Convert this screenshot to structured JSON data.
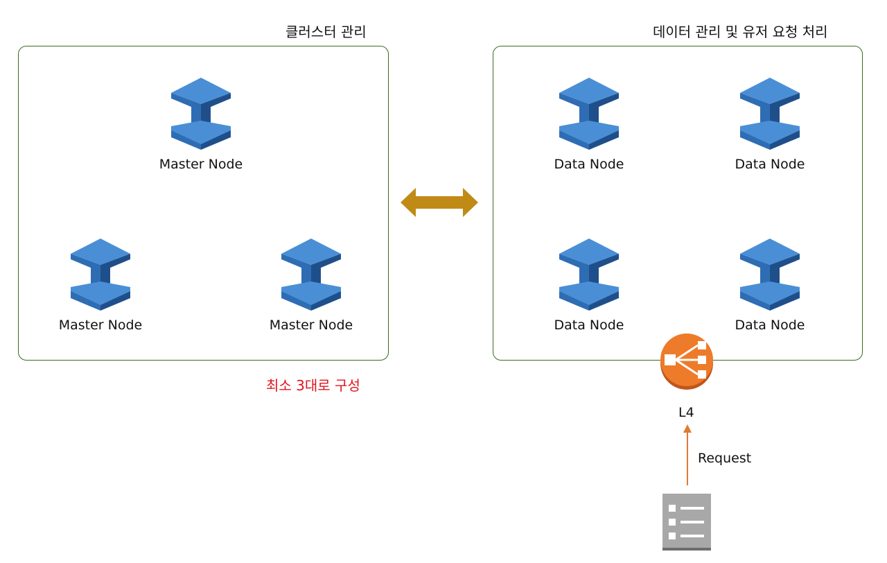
{
  "cluster_group": {
    "title": "클러스터 관리",
    "nodes": [
      "Master Node",
      "Master Node",
      "Master Node"
    ],
    "note": "최소 3대로 구성"
  },
  "data_group": {
    "title": "데이터 관리 및 유저 요청 처리",
    "nodes": [
      "Data Node",
      "Data Node",
      "Data Node",
      "Data Node"
    ]
  },
  "load_balancer": {
    "label": "L4",
    "icon": "load-balancer-icon"
  },
  "request": {
    "label": "Request",
    "icon": "client-list-icon"
  },
  "colors": {
    "node_dark": "#1f4f8a",
    "node_mid": "#2e6db4",
    "node_light": "#4a8fd6",
    "border": "#3a6b1f",
    "arrow": "#c08a16",
    "lb": "#ee7b2a",
    "request_arrow": "#e07a35",
    "note": "#e0141e"
  }
}
